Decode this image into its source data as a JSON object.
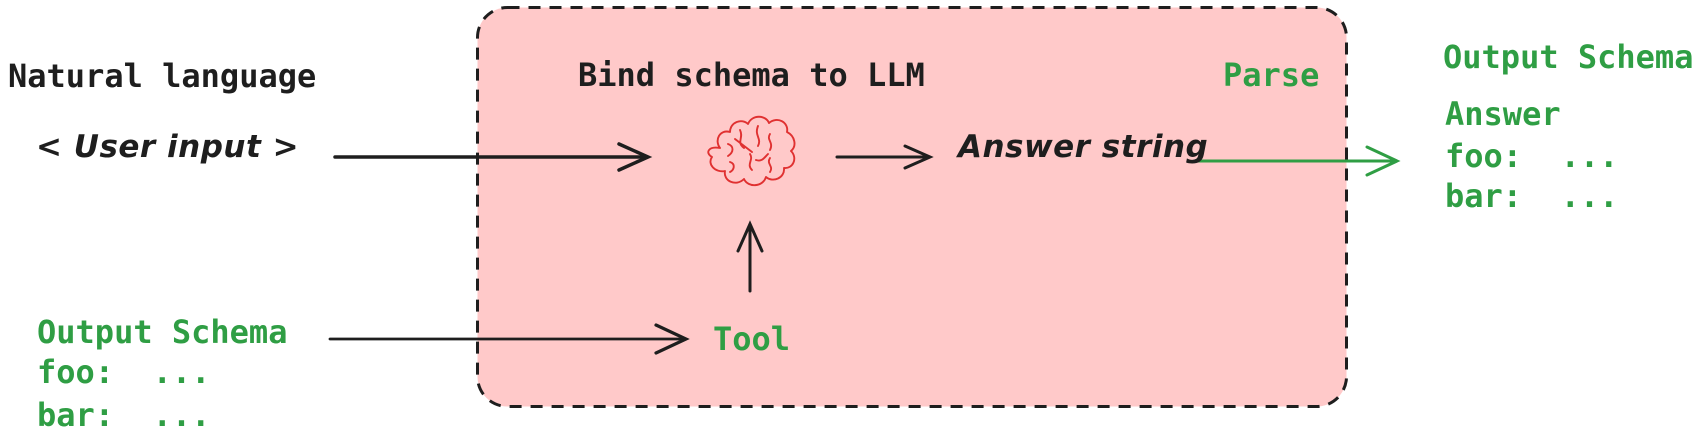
{
  "colors": {
    "background": "#ffffff",
    "box_fill": "#ffc9c9",
    "stroke_black": "#1e1e1e",
    "green": "#2f9e44",
    "brain_red": "#e03131"
  },
  "labels": {
    "natural_language": "Natural language",
    "user_input": "< User input >",
    "bind_schema": "Bind schema to LLM",
    "answer_string": "Answer string",
    "parse": "Parse",
    "tool": "Tool"
  },
  "input_schema": {
    "title": "Output Schema",
    "lines": [
      "foo:  ...",
      "bar:  ..."
    ]
  },
  "output_result": {
    "title": "Output Schema",
    "name": "Answer",
    "lines": [
      "foo:  ...",
      "bar:  ..."
    ]
  },
  "icons": {
    "brain": "brain-icon"
  }
}
